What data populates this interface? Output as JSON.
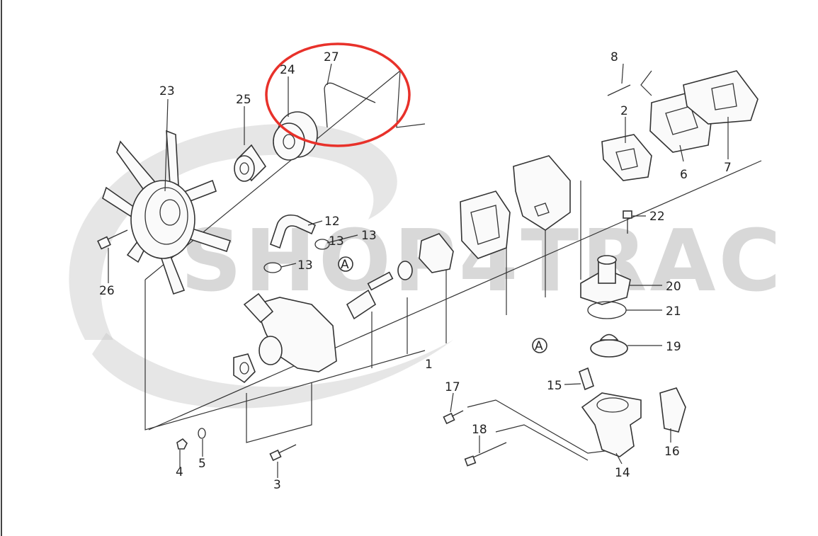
{
  "watermark": {
    "text": "SHOP4TRAC",
    "color": "#b9b9b9"
  },
  "highlight": {
    "color": "#e8312a",
    "encloses": [
      "24",
      "27"
    ]
  },
  "marker": {
    "text": "A"
  },
  "callouts": [
    "1",
    "2",
    "3",
    "4",
    "5",
    "6",
    "7",
    "8",
    "12",
    "13",
    "13",
    "13",
    "14",
    "15",
    "16",
    "17",
    "18",
    "19",
    "20",
    "21",
    "22",
    "23",
    "24",
    "25",
    "26",
    "27"
  ]
}
